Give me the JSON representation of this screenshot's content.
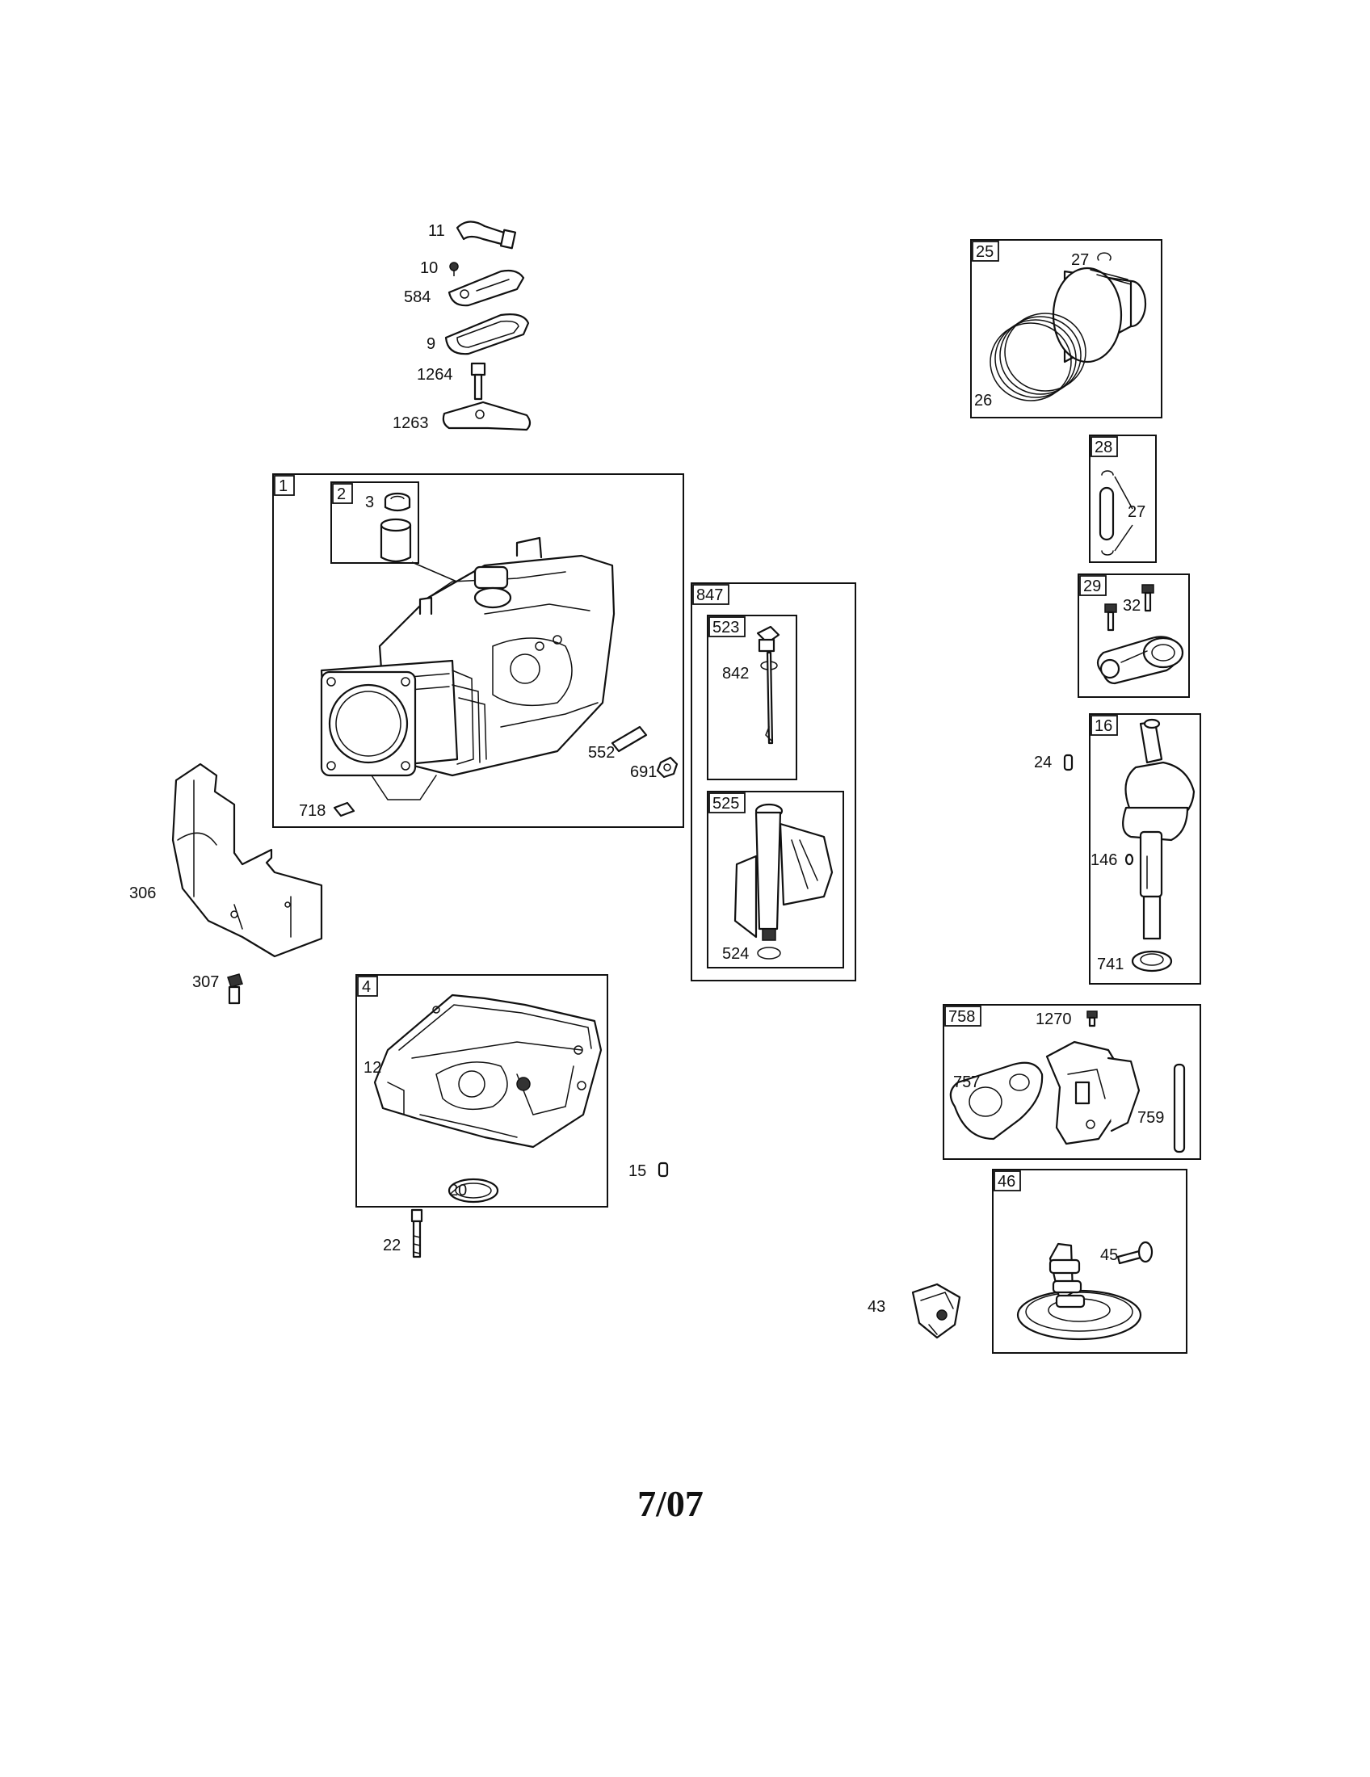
{
  "page": {
    "number": "7/07"
  },
  "assemblies": {
    "1": "1",
    "2": "2",
    "4": "4",
    "16": "16",
    "25": "25",
    "28": "28",
    "29": "29",
    "46": "46",
    "523": "523",
    "525": "525",
    "758": "758",
    "847": "847"
  },
  "parts": {
    "3": "3",
    "9": "9",
    "10": "10",
    "11": "11",
    "12": "12",
    "15": "15",
    "20": "20",
    "22": "22",
    "24": "24",
    "26": "26",
    "27a": "27",
    "27b": "27",
    "32": "32",
    "43": "43",
    "45": "45",
    "146": "146",
    "306": "306",
    "307": "307",
    "524": "524",
    "552": "552",
    "584": "584",
    "691": "691",
    "718": "718",
    "741": "741",
    "757": "757",
    "759": "759",
    "842": "842",
    "1263": "1263",
    "1264": "1264",
    "1270": "1270"
  }
}
